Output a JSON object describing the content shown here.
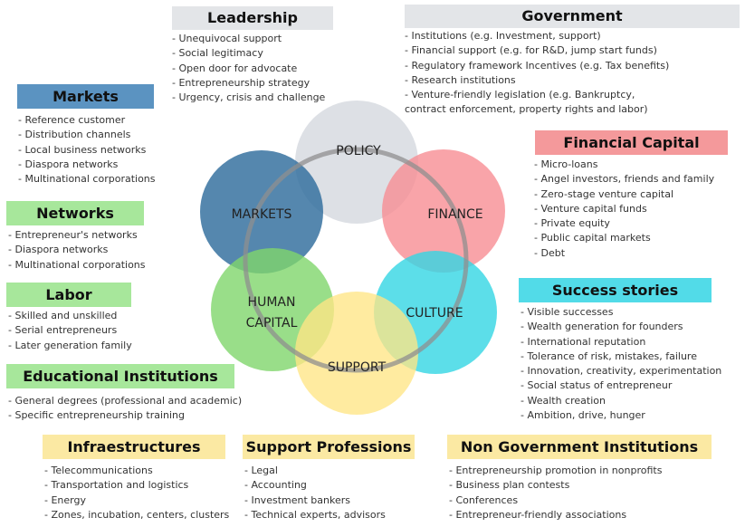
{
  "colors": {
    "policy": "#d7dbe0",
    "finance": "#f88d94",
    "markets": "#2f6d9c",
    "human_capital": "#7fd66b",
    "culture": "#33d6e3",
    "support": "#ffe585",
    "ring": "#909090",
    "hdr_gray": "#e3e5e8",
    "hdr_blue": "#5b93c1",
    "hdr_green": "#a7e79b",
    "hdr_red": "#f4999b",
    "hdr_cyan": "#52dbe8",
    "hdr_yellow": "#fbe9a3"
  },
  "domains": {
    "policy": "POLICY",
    "finance": "FINANCE",
    "markets": "MARKETS",
    "human_capital_1": "HUMAN",
    "human_capital_2": "CAPITAL",
    "culture": "CULTURE",
    "support": "SUPPORT"
  },
  "leadership": {
    "title": "Leadership",
    "items": [
      "Unequivocal support",
      "Social legitimacy",
      "Open door for advocate",
      "Entrepreneurship strategy",
      "Urgency, crisis and challenge"
    ]
  },
  "government": {
    "title": "Government",
    "items": [
      "Institutions (e.g. Investment, support)",
      "Financial support (e.g. for R&D, jump start funds)",
      "Regulatory framework Incentives (e.g. Tax benefits)",
      "Research institutions",
      "Venture-friendly legislation (e.g. Bankruptcy, contract enforcement, property rights and labor)"
    ]
  },
  "markets": {
    "title": "Markets",
    "items": [
      "Reference customer",
      "Distribution channels",
      "Local business networks",
      "Diaspora networks",
      "Multinational corporations"
    ]
  },
  "financial_capital": {
    "title": "Financial Capital",
    "items": [
      "Micro-loans",
      "Angel investors, friends and family",
      "Zero-stage venture capital",
      "Venture capital funds",
      "Private equity",
      "Public capital markets",
      "Debt"
    ]
  },
  "networks": {
    "title": "Networks",
    "items": [
      "Entrepreneur's networks",
      "Diaspora networks",
      "Multinational corporations"
    ]
  },
  "labor": {
    "title": "Labor",
    "items": [
      "Skilled and unskilled",
      "Serial entrepreneurs",
      "Later generation family"
    ]
  },
  "success_stories": {
    "title": "Success stories",
    "items": [
      "Visible successes",
      "Wealth generation for founders",
      "International reputation",
      "Tolerance of risk, mistakes, failure",
      "Innovation, creativity, experimentation",
      "Social status of entrepreneur",
      "Wealth creation",
      "Ambition, drive, hunger"
    ]
  },
  "educational": {
    "title": "Educational Institutions",
    "items": [
      "General degrees (professional and academic)",
      "Specific entrepreneurship training"
    ]
  },
  "infrastructures": {
    "title": "Infraestructures",
    "items": [
      "Telecommunications",
      "Transportation and logistics",
      "Energy",
      "Zones, incubation, centers, clusters"
    ]
  },
  "support_professions": {
    "title": "Support Professions",
    "items": [
      "Legal",
      "Accounting",
      "Investment bankers",
      "Technical experts, advisors"
    ]
  },
  "non_government": {
    "title": "Non Government Institutions",
    "items": [
      "Entrepreneurship promotion in nonprofits",
      "Business plan contests",
      "Conferences",
      "Entrepreneur-friendly associations"
    ]
  }
}
